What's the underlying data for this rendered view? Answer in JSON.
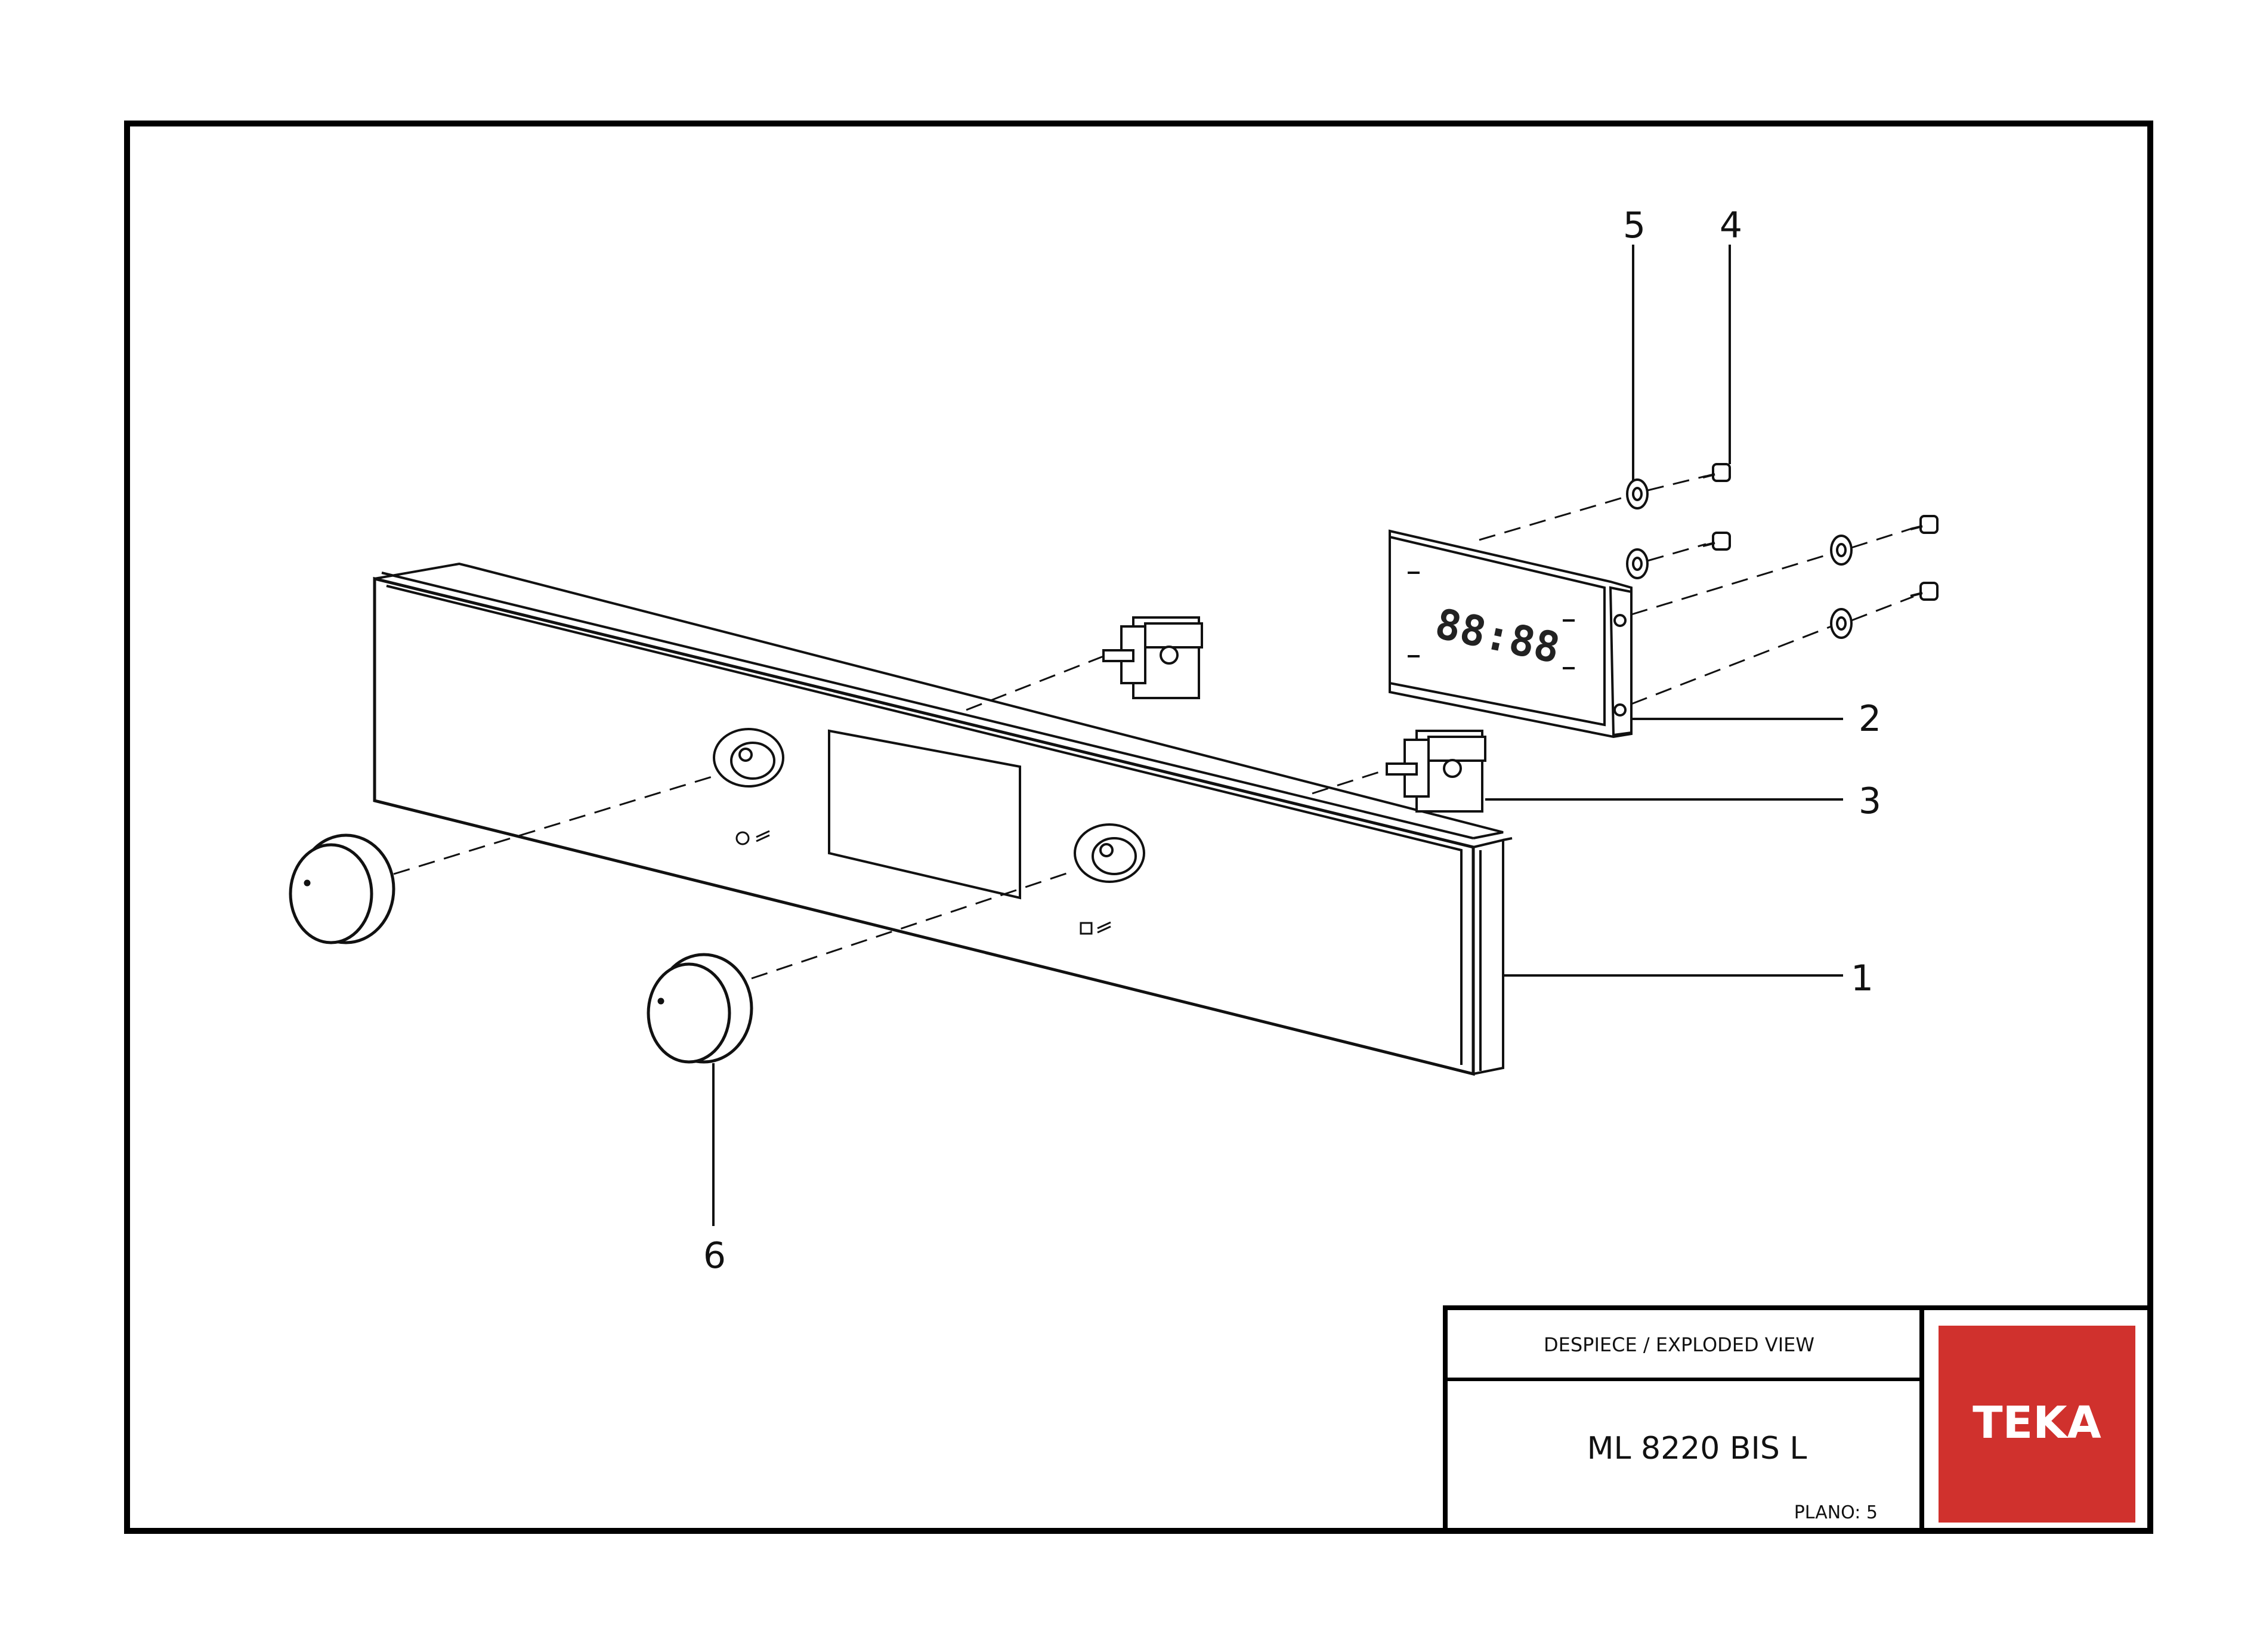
{
  "callouts": [
    "1",
    "2",
    "3",
    "4",
    "5",
    "6"
  ],
  "title_block": {
    "heading": "DESPIECE / EXPLODED VIEW",
    "model": "ML 8220 BIS L",
    "plan": "PLANO: 5",
    "logo": "TEKA",
    "logo_color": "#d0312d"
  },
  "display_readout": "88:88"
}
